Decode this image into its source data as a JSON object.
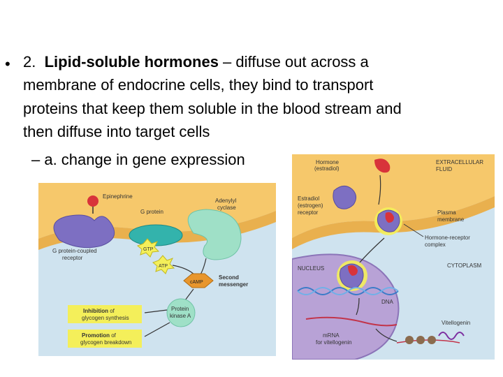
{
  "slide": {
    "bullet_symbol": "•",
    "bullet_num": "2.",
    "bold_term": "Lipid-soluble hormones",
    "line1_rest": " – diffuse out across a",
    "line2": "membrane of endocrine cells, they bind to transport",
    "line3": "proteins that keep them soluble in the blood stream and",
    "line4": "then diffuse into target cells",
    "sub_item": "– a. change in gene expression"
  },
  "left_diagram": {
    "epinephrine": "Epinephrine",
    "g_protein": "G protein",
    "adenylyl_cyclase_1": "Adenylyl",
    "adenylyl_cyclase_2": "cyclase",
    "gpcr_1": "G protein-coupled",
    "gpcr_2": "receptor",
    "gtp": "GTP",
    "atp": "ATP",
    "camp": "cAMP",
    "second_messenger_1": "Second",
    "second_messenger_2": "messenger",
    "pka_1": "Protein",
    "pka_2": "kinase A",
    "inhibition_bold": "Inhibition",
    "inhibition_rest": " of",
    "inhibition_2": "glycogen synthesis",
    "promotion_bold": "Promotion",
    "promotion_rest": " of",
    "promotion_2": "glycogen breakdown"
  },
  "right_diagram": {
    "hormone_1": "Hormone",
    "hormone_2": "(estradiol)",
    "extracellular_1": "EXTRACELLULAR",
    "extracellular_2": "FLUID",
    "estradiol_receptor_1": "Estradiol",
    "estradiol_receptor_2": "(estrogen)",
    "estradiol_receptor_3": "receptor",
    "plasma_membrane_1": "Plasma",
    "plasma_membrane_2": "membrane",
    "hr_complex_1": "Hormone-receptor",
    "hr_complex_2": "complex",
    "nucleus": "NUCLEUS",
    "cytoplasm": "CYTOPLASM",
    "dna": "DNA",
    "vitellogenin": "Vitellogenin",
    "mrna_1": "mRNA",
    "mrna_2": "for vitellogenin"
  },
  "colors": {
    "extracellular": "#f6c86b",
    "membrane": "#e9b04e",
    "cytoplasm": "#cfe3ef",
    "nucleus": "#b8a2d6",
    "receptor_purple": "#7d6fc2",
    "g_protein_teal": "#33b3ac",
    "cyclase_green": "#9fe0c7",
    "camp_orange": "#e8962d",
    "hormone_red": "#d8333a",
    "highlight_yellow": "#f4ef5a"
  }
}
